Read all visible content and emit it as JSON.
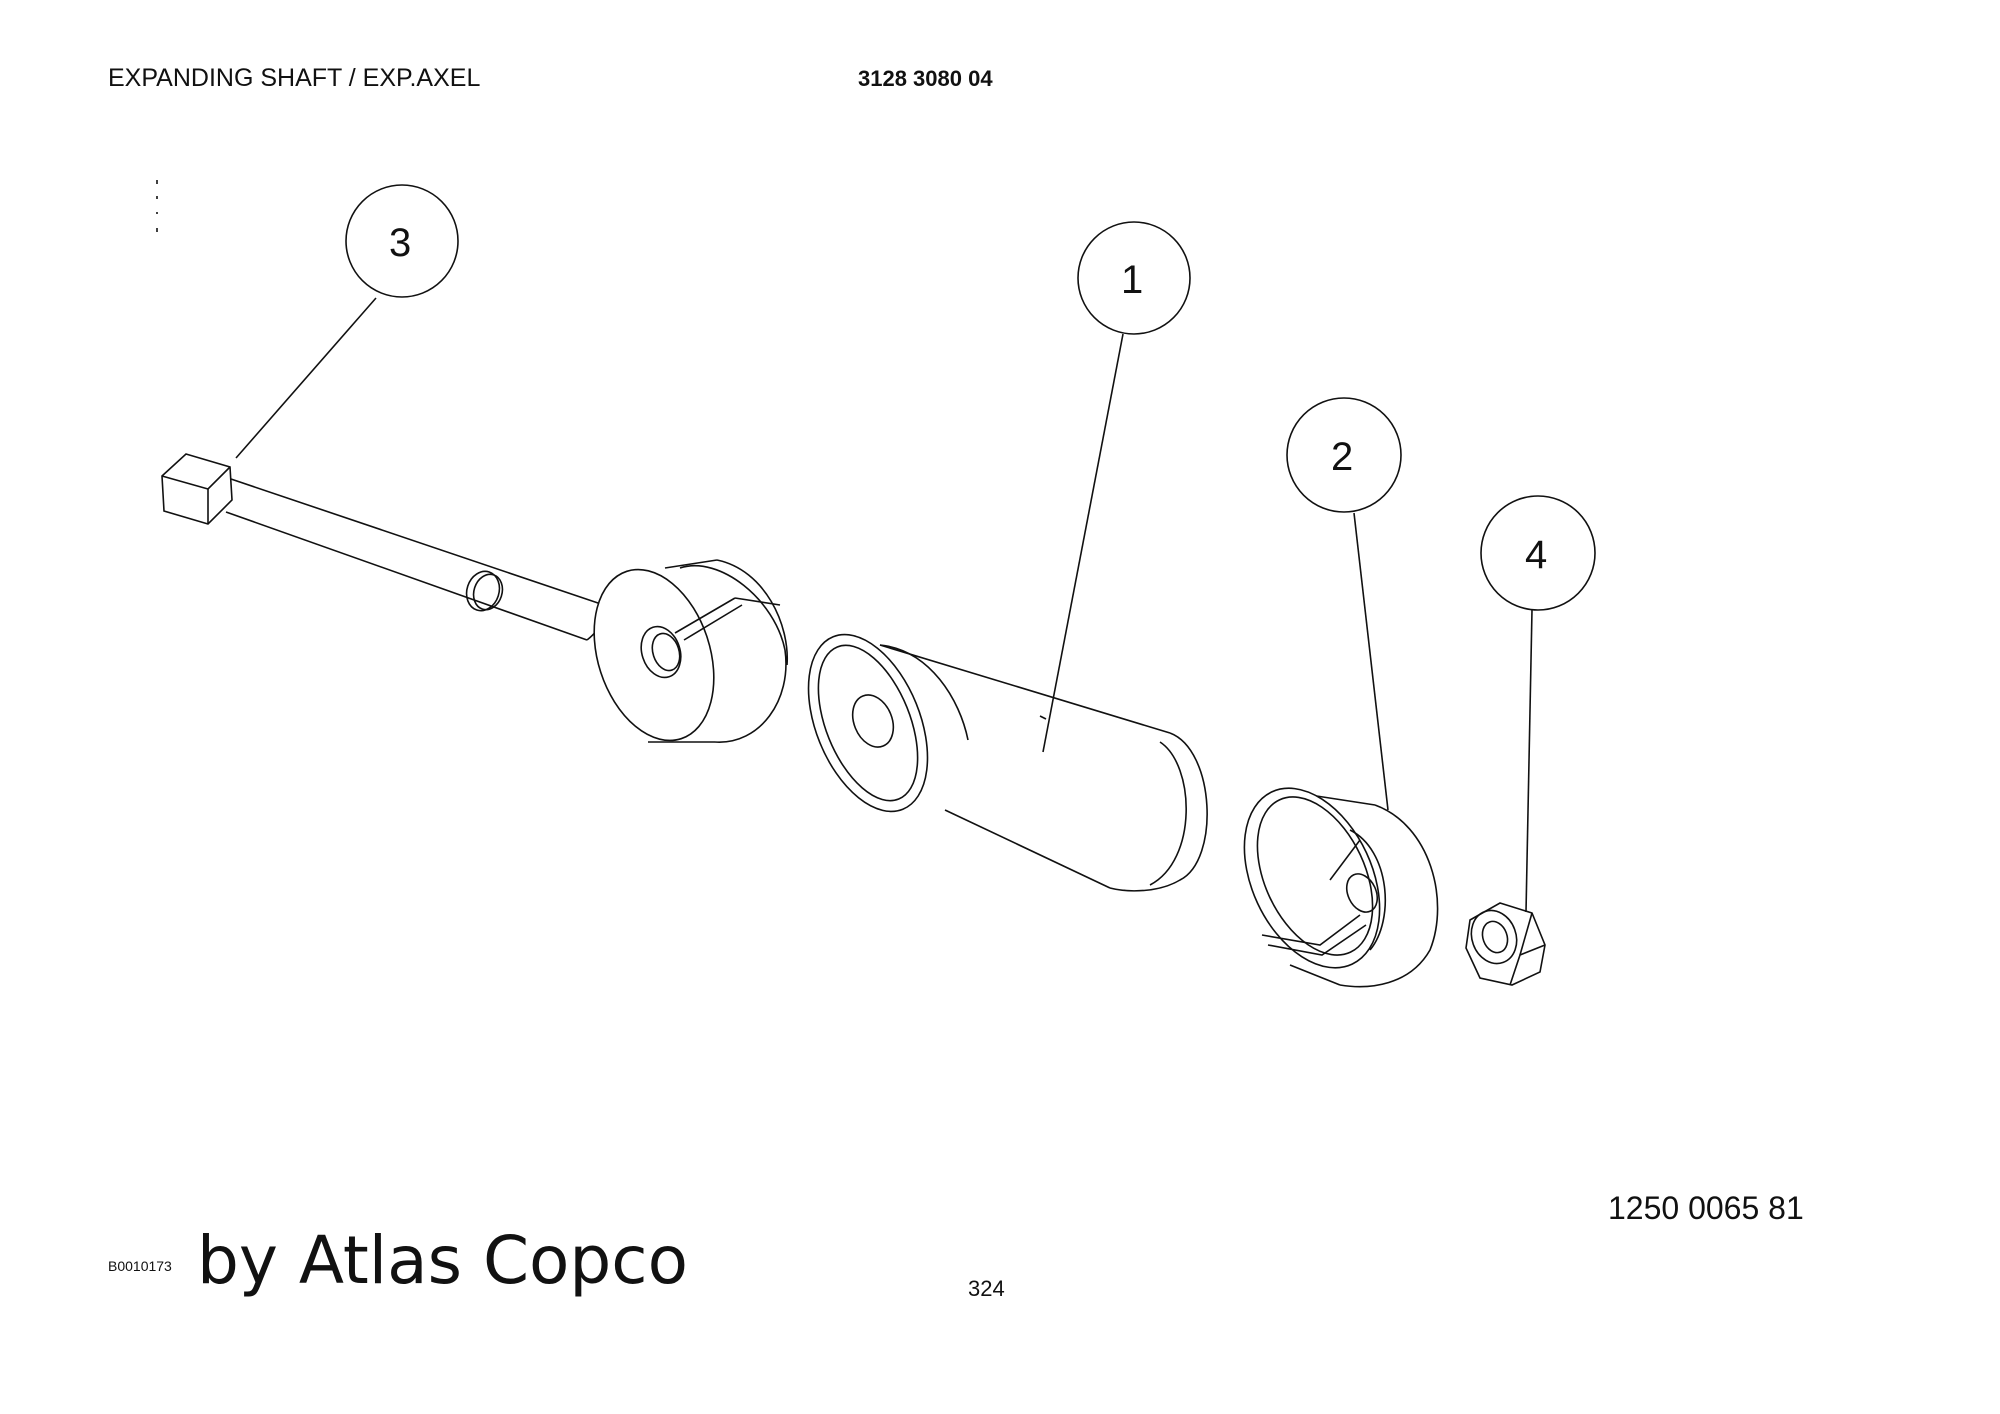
{
  "header": {
    "title": "EXPANDING SHAFT / EXP.AXEL",
    "document_number": "3128 3080 04"
  },
  "footer": {
    "part_number": "1250 0065 81",
    "image_code": "B0010173",
    "brand": "by Atlas Copco",
    "page_number": "324"
  },
  "callouts": [
    {
      "label": "1",
      "part": "sleeve"
    },
    {
      "label": "2",
      "part": "end-cap"
    },
    {
      "label": "3",
      "part": "bolt"
    },
    {
      "label": "4",
      "part": "nut"
    }
  ]
}
